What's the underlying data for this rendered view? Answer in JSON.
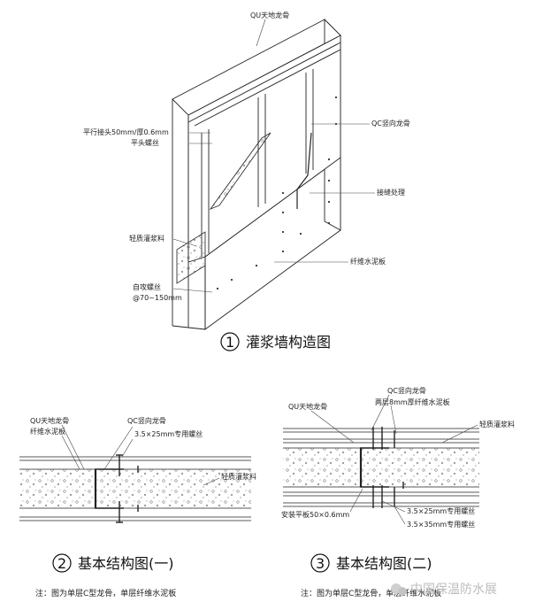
{
  "fig1": {
    "labels": {
      "qu_top": "QU天地龙骨",
      "qc_vertical": "QC竖向龙骨",
      "parallel_joint": "平行接头50mm/厚0.6mm",
      "flat_screw": "平头螺丝",
      "joint_treatment": "接缝处理",
      "light_grout": "轻质灌浆料",
      "fiber_board": "纤维水泥板",
      "self_tap_screw": "自攻螺丝",
      "screw_spacing": "@70~150mm"
    },
    "caption_num": "1",
    "caption": "灌浆墙构造图"
  },
  "fig2": {
    "labels": {
      "qu": "QU天地龙骨",
      "fiber": "纤维水泥板",
      "qc": "QC竖向龙骨",
      "screw": "3.5×25mm专用螺丝",
      "grout": "轻质灌浆料"
    },
    "caption_num": "2",
    "caption": "基本结构图(一)",
    "note": "注：图为单层C型龙骨，单层纤维水泥板"
  },
  "fig3": {
    "labels": {
      "qc": "QC竖向龙骨",
      "qu": "QU天地龙骨",
      "double_board": "两层8mm厚纤维水泥板",
      "grout": "轻质灌浆料",
      "plate": "安装平板50×0.6mm",
      "screw25": "3.5×25mm专用螺丝",
      "screw35": "3.5×35mm专用螺丝"
    },
    "caption_num": "3",
    "caption": "基本结构图(二)",
    "note": "注：图为单层C型龙骨，单层纤维水泥板"
  },
  "watermark": "中国保温防水展"
}
